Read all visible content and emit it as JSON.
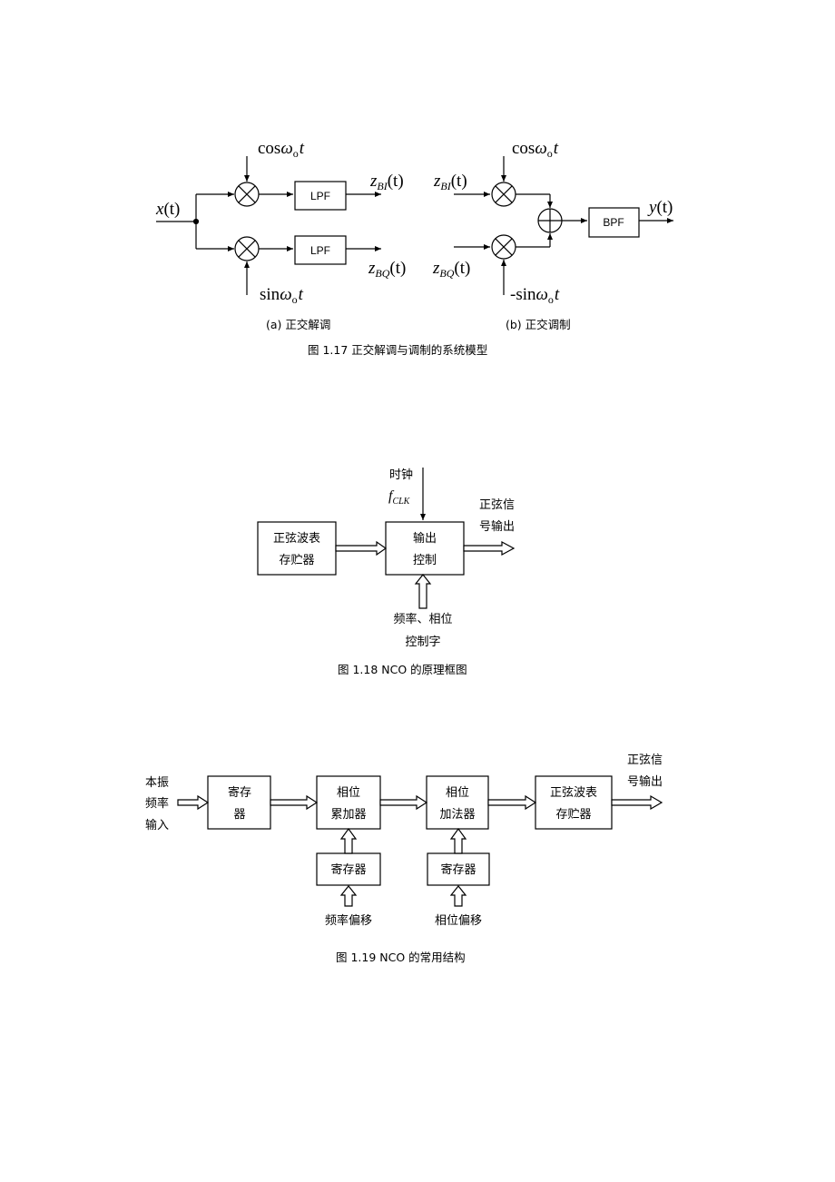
{
  "figures": {
    "fig117": {
      "left": {
        "input_var": "x",
        "input_arg": "(t)",
        "cos_prefix": "cos",
        "omega": "ω",
        "omega_sub": "o",
        "t": "t",
        "sin_prefix": "sin",
        "lpf_top": "LPF",
        "lpf_bottom": "LPF",
        "out_top_var": "z",
        "out_top_sub": "BI",
        "out_top_arg": "(t)",
        "out_bottom_var": "z",
        "out_bottom_sub": "BQ",
        "out_bottom_arg": "(t)",
        "subcaption": "(a)  正交解调"
      },
      "right": {
        "in_top_var": "z",
        "in_top_sub": "BI",
        "in_top_arg": "(t)",
        "in_bottom_var": "z",
        "in_bottom_sub": "BQ",
        "in_bottom_arg": "(t)",
        "cos_prefix": "cos",
        "nsin_prefix": "-sin",
        "omega": "ω",
        "omega_sub": "o",
        "t": "t",
        "bpf": "BPF",
        "out_var": "y",
        "out_arg": "(t)",
        "subcaption": "(b)  正交调制"
      },
      "caption": "图 1.17    正交解调与调制的系统模型"
    },
    "fig118": {
      "clock_label": "时钟",
      "clock_var": "f",
      "clock_sub": "CLK",
      "rom_line1": "正弦波表",
      "rom_line2": "存贮器",
      "ctrl_line1": "输出",
      "ctrl_line2": "控制",
      "out_line1": "正弦信",
      "out_line2": "号输出",
      "word_line1": "频率、相位",
      "word_line2": "控制字",
      "caption": "图 1.18    NCO 的原理框图"
    },
    "fig119": {
      "in_line1": "本振",
      "in_line2": "频率",
      "in_line3": "输入",
      "reg_line1": "寄存",
      "reg_line2": "器",
      "acc_line1": "相位",
      "acc_line2": "累加器",
      "add_line1": "相位",
      "add_line2": "加法器",
      "rom_line1": "正弦波表",
      "rom_line2": "存贮器",
      "out_line1": "正弦信",
      "out_line2": "号输出",
      "reg_freq": "寄存器",
      "reg_phase": "寄存器",
      "freq_offset": "频率偏移",
      "phase_offset": "相位偏移",
      "caption": "图 1.19    NCO 的常用结构"
    }
  }
}
